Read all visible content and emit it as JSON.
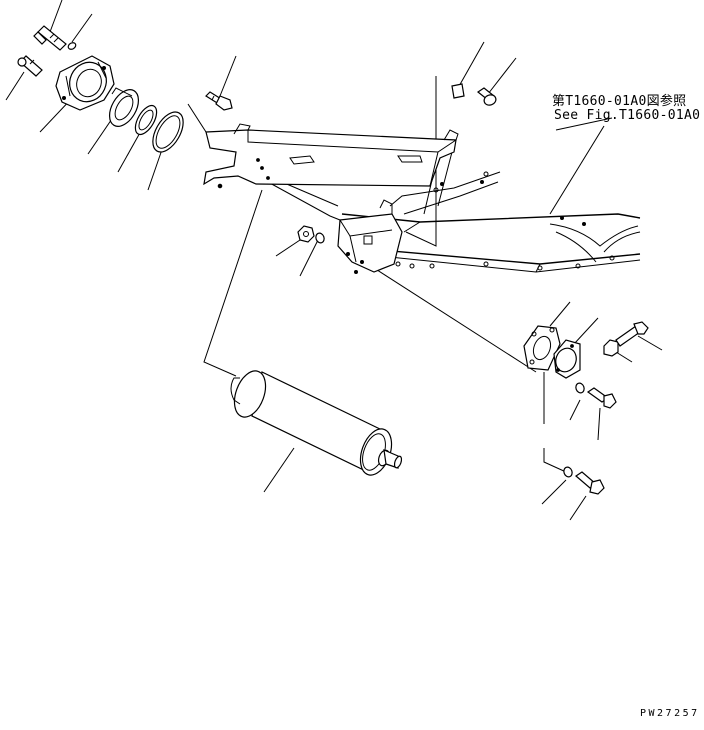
{
  "reference": {
    "japanese": "第T1660-01A0図参照",
    "english": "See Fig.T1660-01A0"
  },
  "drawing_id": "PW27257"
}
